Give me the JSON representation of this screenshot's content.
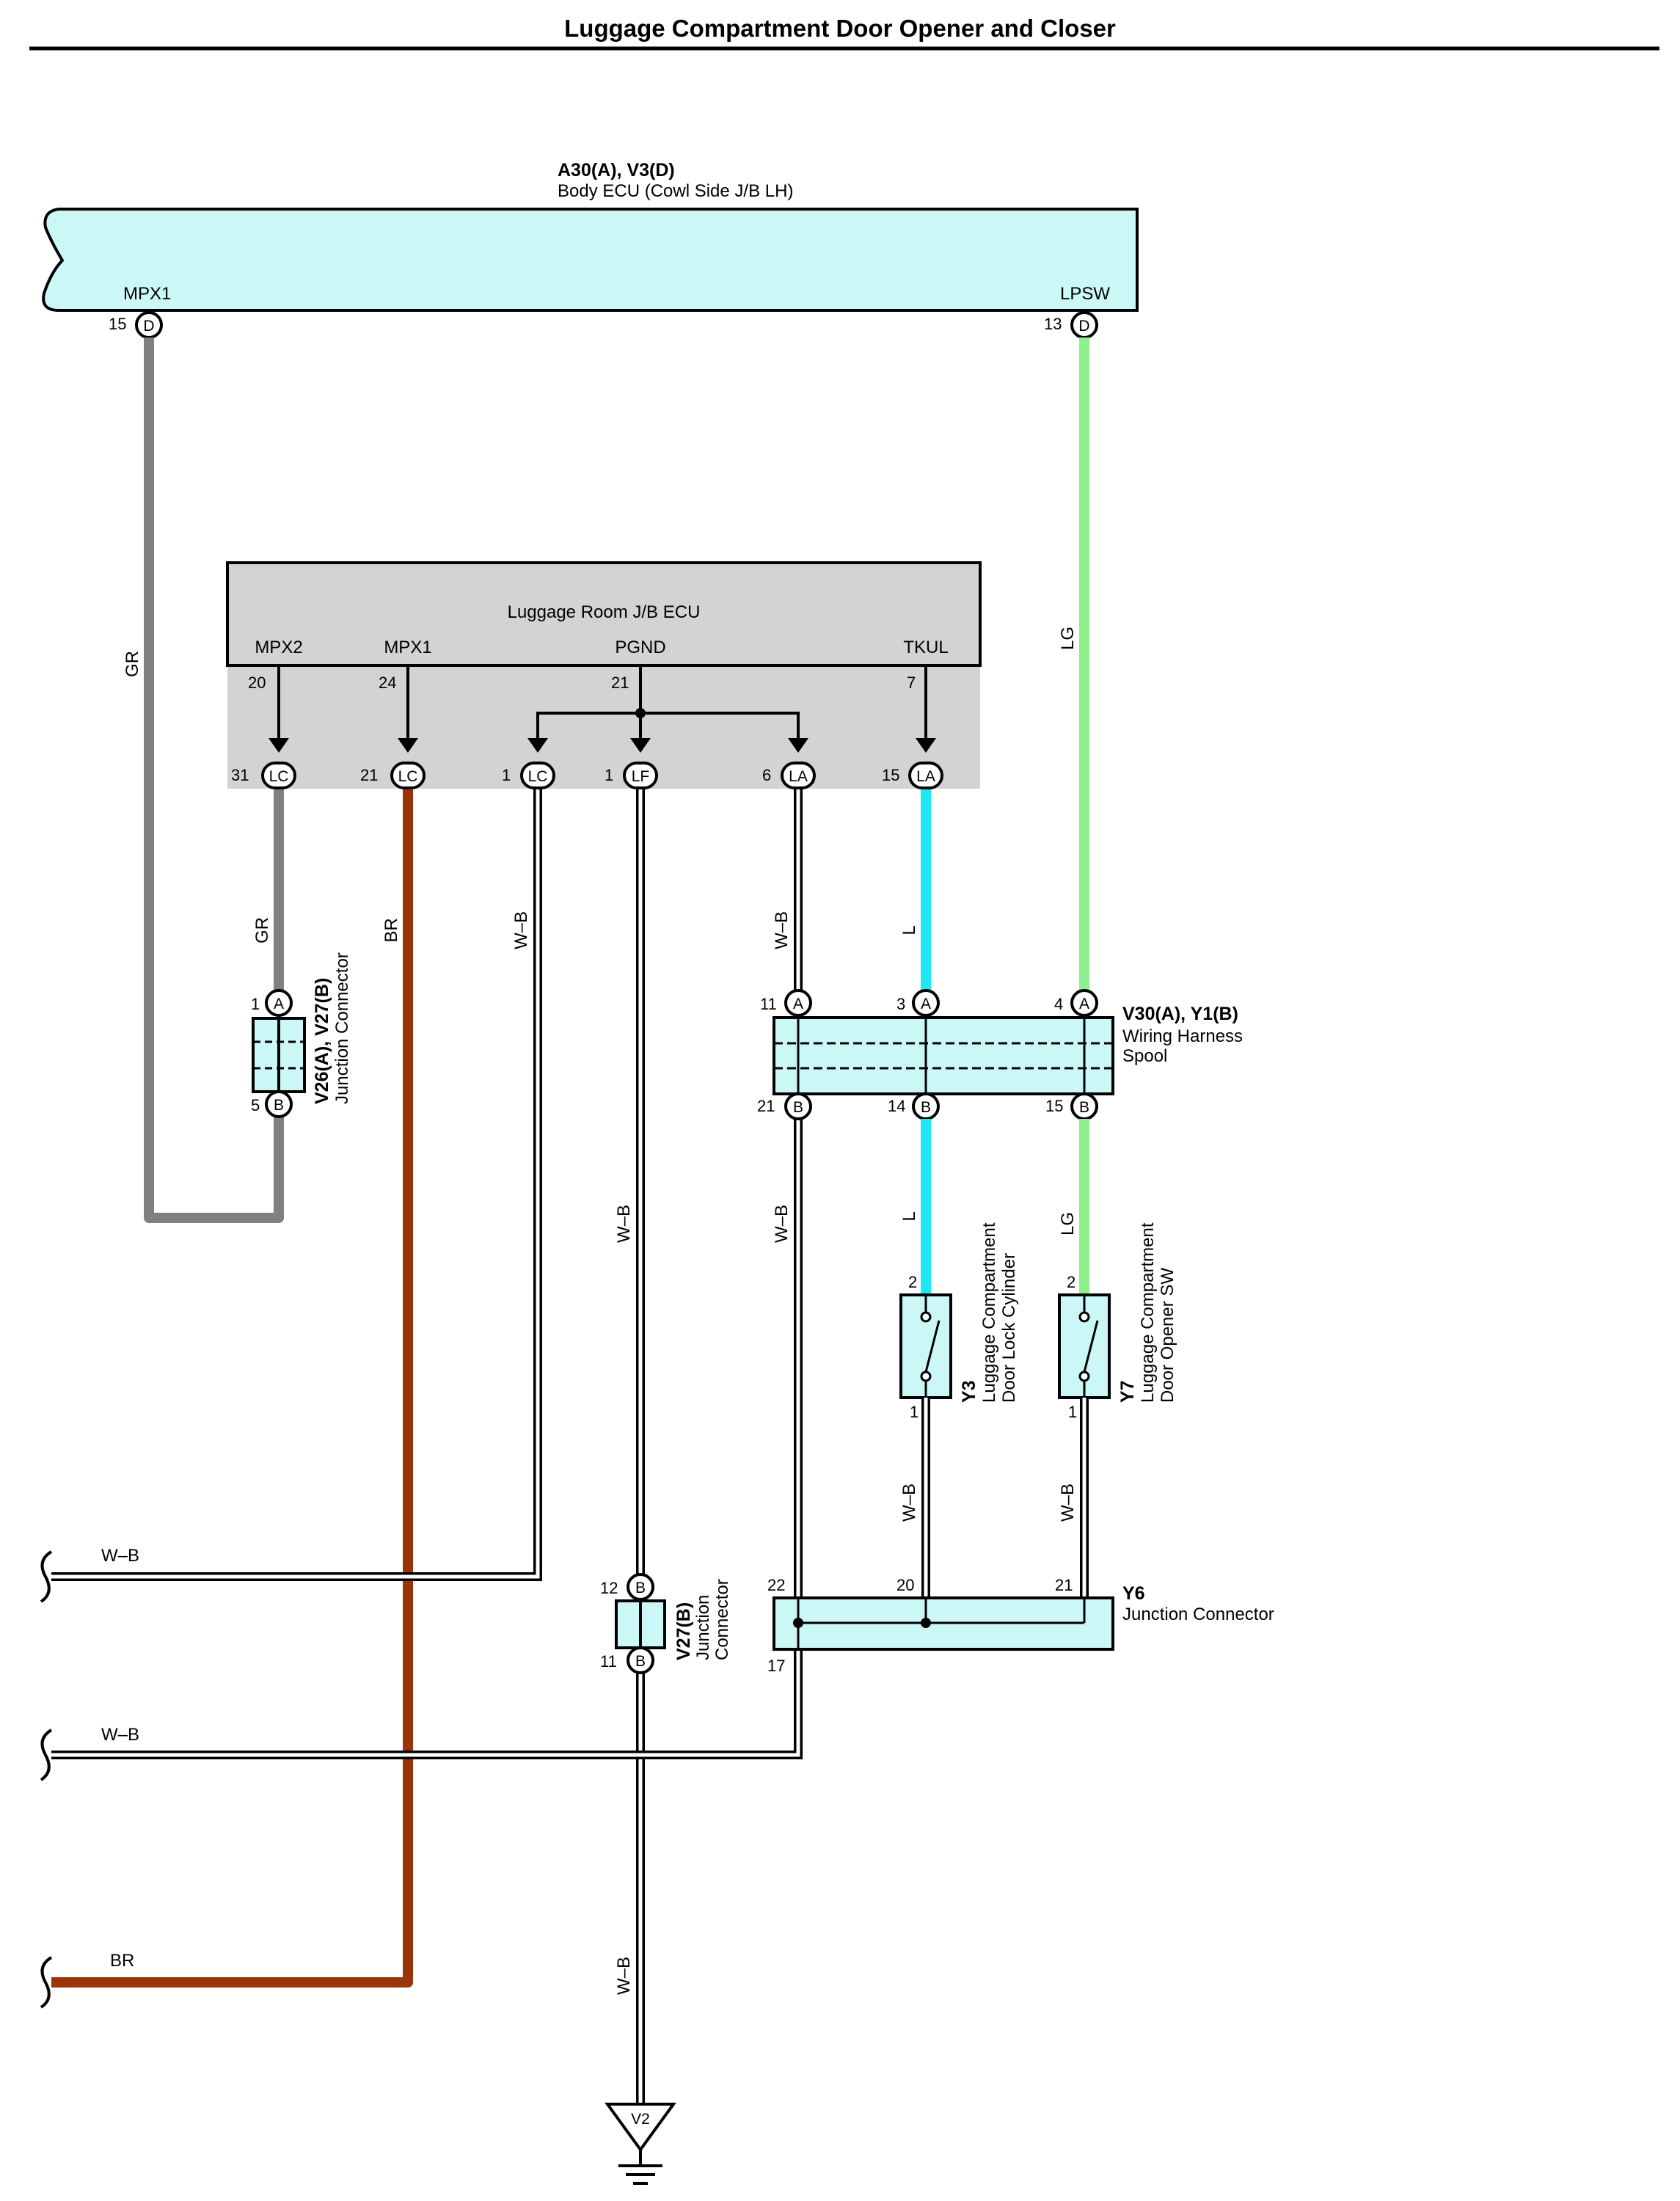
{
  "title": "Luggage Compartment Door Opener and Closer",
  "colors": {
    "GR": "#808080",
    "BR": "#9b3409",
    "LG": "#8cf08c",
    "L": "#1ee8f5",
    "box_fill": "#ccf7f7",
    "ecu2_fill": "#d3d3d3"
  },
  "body_ecu": {
    "code": "A30(A), V3(D)",
    "name": "Body ECU (Cowl Side J/B LH)",
    "terminals": [
      {
        "name": "MPX1",
        "pin": "15",
        "conn": "D"
      },
      {
        "name": "LPSW",
        "pin": "13",
        "conn": "D"
      }
    ]
  },
  "luggage_ecu": {
    "name": "Luggage Room J/B ECU",
    "terminals": [
      {
        "name": "MPX2",
        "pin": "20"
      },
      {
        "name": "MPX1",
        "pin": "24"
      },
      {
        "name": "PGND",
        "pin": "21"
      },
      {
        "name": "TKUL",
        "pin": "7"
      }
    ],
    "connectors": [
      {
        "pin": "31",
        "tag": "LC"
      },
      {
        "pin": "21",
        "tag": "LC"
      },
      {
        "pin": "1",
        "tag": "LC"
      },
      {
        "pin": "1",
        "tag": "LF"
      },
      {
        "pin": "6",
        "tag": "LA"
      },
      {
        "pin": "15",
        "tag": "LA"
      }
    ]
  },
  "wire_labels": {
    "gr": "GR",
    "br": "BR",
    "lg": "LG",
    "l": "L",
    "wb": "W–B"
  },
  "v26": {
    "code": "V26(A), V27(B)",
    "name": "Junction Connector",
    "pin_top": "1",
    "conn_top": "A",
    "pin_bottom": "5",
    "conn_bottom": "B"
  },
  "spool": {
    "code": "V30(A), Y1(B)",
    "name_line1": "Wiring Harness",
    "name_line2": "Spool",
    "top_pins": [
      {
        "pin": "11",
        "conn": "A"
      },
      {
        "pin": "3",
        "conn": "A"
      },
      {
        "pin": "4",
        "conn": "A"
      }
    ],
    "bottom_pins": [
      {
        "pin": "21",
        "conn": "B"
      },
      {
        "pin": "14",
        "conn": "B"
      },
      {
        "pin": "15",
        "conn": "B"
      }
    ]
  },
  "y3": {
    "code": "Y3",
    "name_line1": "Luggage Compartment",
    "name_line2": "Door Lock Cylinder",
    "pin_top": "2",
    "pin_bottom": "1"
  },
  "y7": {
    "code": "Y7",
    "name_line1": "Luggage Compartment",
    "name_line2": "Door Opener SW",
    "pin_top": "2",
    "pin_bottom": "1"
  },
  "y6": {
    "code": "Y6",
    "name": "Junction Connector",
    "pins": [
      "22",
      "20",
      "21",
      "17"
    ]
  },
  "v27": {
    "code": "V27(B)",
    "name_line1": "Junction",
    "name_line2": "Connector",
    "pin_top": "12",
    "conn_top": "B",
    "pin_bottom": "11",
    "conn_bottom": "B"
  },
  "ground": {
    "label": "V2"
  }
}
